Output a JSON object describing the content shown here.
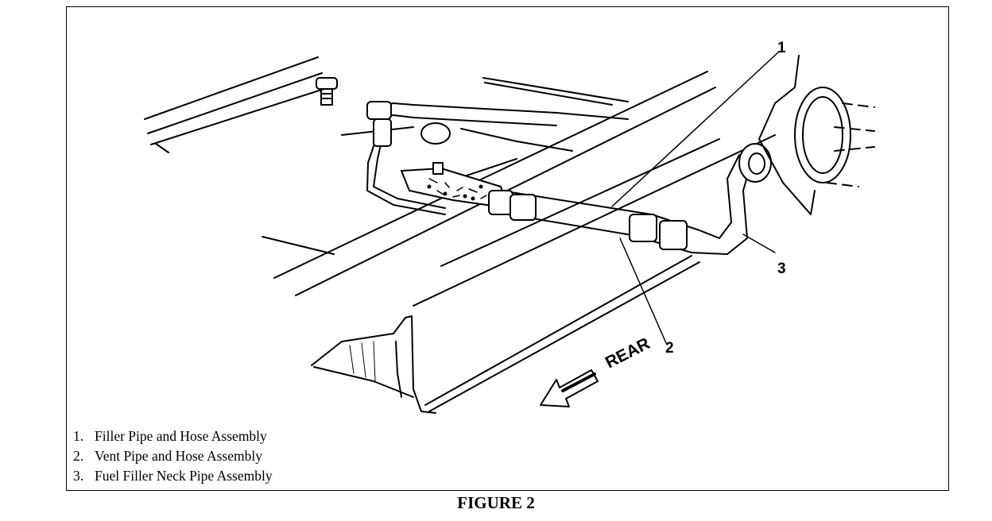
{
  "figure": {
    "caption": "FIGURE 2",
    "direction_label": "REAR",
    "callouts": [
      "1",
      "2",
      "3"
    ],
    "legend": [
      {
        "num": "1.",
        "text": "Filler Pipe and Hose Assembly"
      },
      {
        "num": "2.",
        "text": "Vent Pipe and Hose Assembly"
      },
      {
        "num": "3.",
        "text": "Fuel Filler Neck Pipe Assembly"
      }
    ]
  }
}
